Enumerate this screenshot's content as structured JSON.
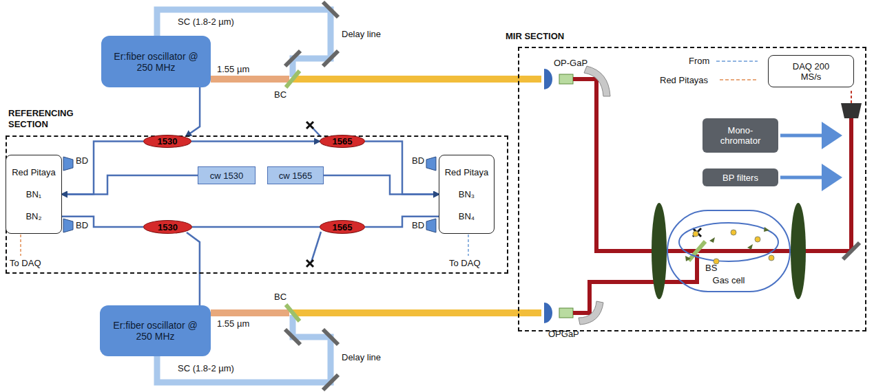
{
  "diagram": {
    "nodes": [
      {
        "text": [
          "REFERENCING SECTION"
        ]
      },
      {
        "text": [
          "Er:fiber oscillator @ 250 MHz"
        ]
      },
      {
        "text": [
          "Er:fiber oscillator @ 250 MHz"
        ]
      },
      {
        "text": [
          "Red Pitaya",
          "BN₁",
          "BN₂"
        ],
        "in": 0
      },
      {
        "text": [
          "1530"
        ],
        "in": 0
      },
      {
        "text": [
          "cw 1530"
        ],
        "in": 0
      },
      {
        "text": [
          "1530"
        ],
        "in": 0
      },
      {
        "text": [
          "1565"
        ],
        "in": 0
      },
      {
        "text": [
          "cw 1565"
        ],
        "in": 0
      },
      {
        "text": [
          "1565"
        ],
        "in": 0
      },
      {
        "text": [
          "Red Pitaya",
          "BN₃",
          "BN₄"
        ],
        "in": 0
      },
      {
        "text": [
          "MIR SECTION"
        ]
      },
      {
        "text": [
          "DAQ 200 MS/s"
        ],
        "in": 11
      },
      {
        "text": [
          "Mono- chromator"
        ],
        "in": 11
      },
      {
        "text": [
          "BP filters"
        ],
        "in": 11
      },
      {
        "text": [
          "Gas cell"
        ],
        "in": 11
      }
    ],
    "edges": [
      {
        "from": 1,
        "to": 4,
        "arrow": "to"
      },
      {
        "from": 4,
        "to": 7,
        "arrow": "to"
      },
      {
        "from": 4,
        "to": 3,
        "arrow": "to"
      },
      {
        "from": 5,
        "to": 3,
        "arrow": "to"
      },
      {
        "from": 2,
        "to": 6,
        "arrow": "none"
      },
      {
        "from": 6,
        "to": 9,
        "arrow": "none"
      },
      {
        "from": 6,
        "to": 3,
        "arrow": "none"
      },
      {
        "from": 7,
        "to": 10,
        "arrow": "to"
      },
      {
        "from": 8,
        "to": 10,
        "arrow": "to"
      },
      {
        "from": 9,
        "to": 10,
        "arrow": "none"
      }
    ],
    "labels": [
      "SC (1.8-2 µm)",
      "Delay line",
      "1.55 µm",
      "BC",
      "SC (1.8-2 µm)",
      "Delay line",
      "1.55 µm",
      "BC",
      "BD",
      "BD",
      "BD",
      "BD",
      "To DAQ",
      "To DAQ",
      "From",
      "Red Pitayas",
      "OP-GaP",
      "OPGaP",
      "BS"
    ]
  }
}
